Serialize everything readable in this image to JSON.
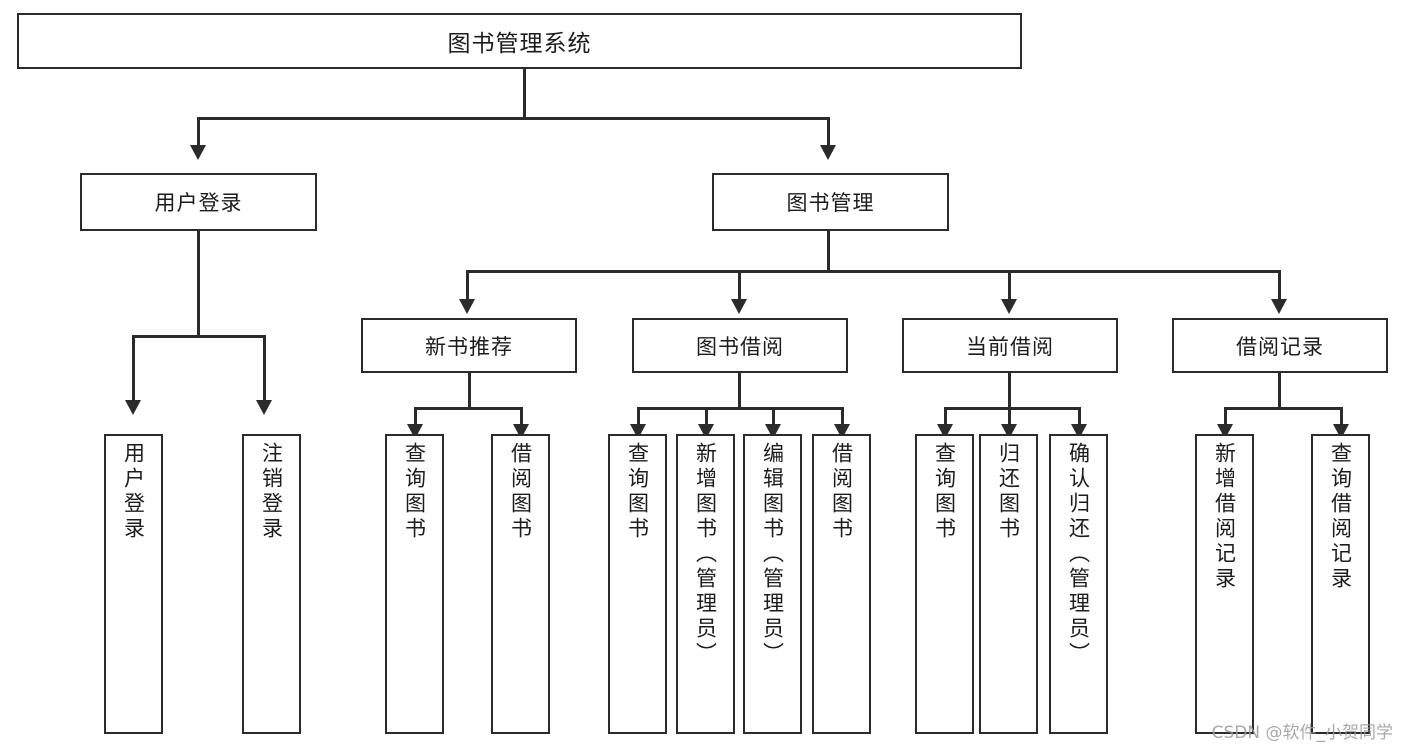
{
  "diagram": {
    "title": "图书管理系统",
    "type": "tree",
    "watermark": "CSDN @软件_小贺同学",
    "colors": {
      "stroke": "#2b2b2b",
      "fill": "#ffffff",
      "text": "#1c1c1c",
      "watermark": "#9b9b9b"
    },
    "root": {
      "label": "图书管理系统"
    },
    "level1": [
      {
        "label": "用户登录"
      },
      {
        "label": "图书管理"
      }
    ],
    "level2": [
      {
        "label": "新书推荐"
      },
      {
        "label": "图书借阅"
      },
      {
        "label": "当前借阅"
      },
      {
        "label": "借阅记录"
      }
    ],
    "leaves": {
      "user_login": [
        {
          "label": "用户登录"
        },
        {
          "label": "注销登录"
        }
      ],
      "new_book": [
        {
          "label": "查询图书"
        },
        {
          "label": "借阅图书"
        }
      ],
      "book_borrow": [
        {
          "label": "查询图书"
        },
        {
          "label": "新增图书（管理员）"
        },
        {
          "label": "编辑图书（管理员）"
        },
        {
          "label": "借阅图书"
        }
      ],
      "current_borrow": [
        {
          "label": "查询图书"
        },
        {
          "label": "归还图书"
        },
        {
          "label": "确认归还（管理员）"
        }
      ],
      "borrow_record": [
        {
          "label": "新增借阅记录"
        },
        {
          "label": "查询借阅记录"
        }
      ]
    }
  }
}
